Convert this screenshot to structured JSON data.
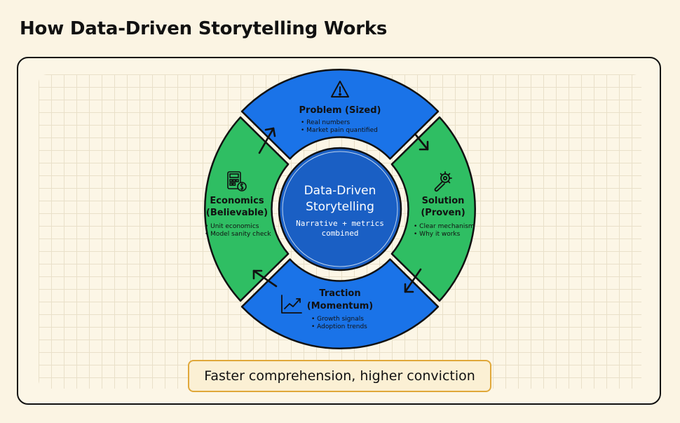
{
  "title": "How Data-Driven Storytelling Works",
  "hub": {
    "title_line1": "Data-Driven",
    "title_line2": "Storytelling",
    "subtitle_line1": "Narrative + metrics",
    "subtitle_line2": "combined"
  },
  "segments": {
    "problem": {
      "title": "Problem (Sized)",
      "bullets": [
        "• Real numbers",
        "• Market pain quantified"
      ],
      "icon": "warning-icon",
      "color": "#1a73e8"
    },
    "solution": {
      "title_line1": "Solution",
      "title_line2": "(Proven)",
      "bullets": [
        "• Clear mechanism",
        "• Why it works"
      ],
      "icon": "wrench-gear-icon",
      "color": "#2fbe63"
    },
    "traction": {
      "title_line1": "Traction",
      "title_line2": "(Momentum)",
      "bullets": [
        "• Growth signals",
        "• Adoption trends"
      ],
      "icon": "trend-chart-icon",
      "color": "#1a73e8"
    },
    "economics": {
      "title_line1": "Economics",
      "title_line2": "(Believable)",
      "bullets": [
        "• Unit economics",
        "• Model sanity check"
      ],
      "icon": "calculator-icon",
      "color": "#2fbe63"
    }
  },
  "tagline": "Faster comprehension, higher conviction",
  "colors": {
    "hub_fill": "#1a5fc4",
    "hub_ring": "#bcd3f0",
    "outline": "#111111",
    "tagline_border": "#e0a83a"
  }
}
